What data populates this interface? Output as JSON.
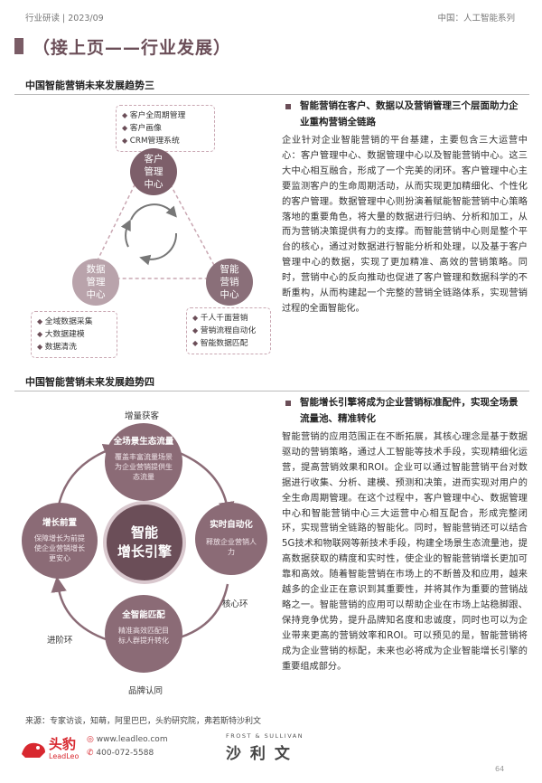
{
  "header": {
    "left": "行业研读 | 2023/09",
    "right": "中国：人工智能系列"
  },
  "page_title": "（接上页——行业发展）",
  "section1": {
    "title": "中国智能营销未来发展趋势三",
    "diagram": {
      "top_node": "客户\n管理\n中心",
      "left_node": "数据\n管理\n中心",
      "right_node": "智能\n营销\n中心",
      "top_box": [
        "客户全周期管理",
        "客户画像",
        "CRM管理系统"
      ],
      "left_box": [
        "全域数据采集",
        "大数据建模",
        "数据清洗"
      ],
      "right_box": [
        "千人千面营销",
        "营销流程自动化",
        "智能数据匹配"
      ]
    },
    "heading": "智能营销在客户、数据以及营销管理三个层面助力企业重构营销全链路",
    "body": "企业针对企业智能营销的平台基建，主要包含三大运营中心：客户管理中心、数据管理中心以及智能营销中心。这三大中心相互融合，形成了一个完美的闭环。客户管理中心主要监测客户的生命周期活动，从而实现更加精细化、个性化的客户管理。数据管理中心则扮演着赋能智能营销中心策略落地的重要角色，将大量的数据进行归纳、分析和加工，从而为营销决策提供有力的支撑。而智能营销中心则是整个平台的核心，通过对数据进行智能分析和处理，以及基于客户管理中心的数据，实现了更加精准、高效的营销策略。同时，营销中心的反向推动也促进了客户管理和数据科学的不断重构，从而构建起一个完整的营销全链路体系，实现营销过程的全面智能化。"
  },
  "section2": {
    "title": "中国智能营销未来发展趋势四",
    "diagram": {
      "center": "智能\n增长引擎",
      "top": {
        "title": "全场景生态流量",
        "desc": "覆盖丰富流量场景为企业营销提供生态流量"
      },
      "right": {
        "title": "实时自动化",
        "desc": "释放企业营销人力"
      },
      "bottom": {
        "title": "全智能匹配",
        "desc": "精准高效匹配目标人群提升转化"
      },
      "left": {
        "title": "增长前置",
        "desc": "保障增长为前提使企业营销增长更安心"
      },
      "outer_top": "增量获客",
      "outer_right": "核心环",
      "outer_bottom": "品牌认同",
      "outer_left": "进阶环"
    },
    "heading": "智能增长引擎将成为企业营销标准配件，实现全场景流量池、精准转化",
    "body": "智能营销的应用范围正在不断拓展，其核心理念是基于数据驱动的营销策略，通过人工智能等技术手段，实现精细化运营，提高营销效果和ROI。企业可以通过智能营销平台对数据进行收集、分析、建模、预测和决策，进而实现对用户的全生命周期管理。在这个过程中，客户管理中心、数据管理中心和智能营销中心三大运营中心相互配合，形成完整闭环，实现营销全链路的智能化。同时，智能营销还可以结合5G技术和物联网等新技术手段，构建全场景生态流量池，提高数据获取的精度和实时性，使企业的智能营销增长更加可靠和高效。随着智能营销在市场上的不断普及和应用，越来越多的企业正在意识到其重要性，并将其作为重要的营销战略之一。智能营销的应用可以帮助企业在市场上站稳脚跟、保持竞争优势，提升品牌知名度和忠诚度，同时也可以为企业带来更高的营销效率和ROI。可以预见的是，智能营销将成为企业营销的标配，未来也必将成为企业智能增长引擎的重要组成部分。"
  },
  "source": "来源：专家访谈，知萌，阿里巴巴，头豹研究院，弗若斯特沙利文",
  "footer": {
    "logo_text": "头豹",
    "logo_sub": "LeadLeo",
    "url": "www.leadleo.com",
    "phone": "400-072-5588",
    "partner_small": "FROST & SULLIVAN",
    "partner_big": "沙 利 文",
    "page": "64"
  },
  "colors": {
    "accent": "#6b4e58",
    "node_top": "#7d5f6a",
    "node_light": "#b9a3ab",
    "logo_red": "#d8282f"
  }
}
